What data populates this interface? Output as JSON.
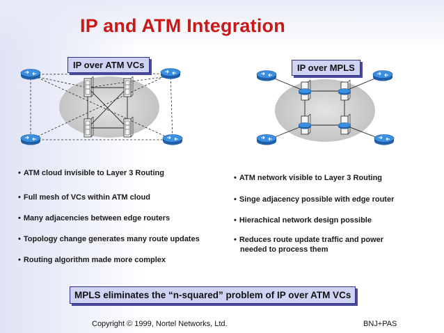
{
  "title": "IP and ATM Integration",
  "labels": {
    "left_box": "IP over ATM VCs",
    "right_box": "IP over MPLS",
    "bottom_box": "MPLS eliminates the “n-squared” problem of IP over ATM VCs"
  },
  "left_bullets": [
    "ATM cloud invisible to Layer 3 Routing",
    "Full mesh of VCs within ATM cloud",
    "Many adjacencies between edge routers",
    "Topology change generates many route updates",
    "Routing algorithm made more complex"
  ],
  "right_bullets": [
    "ATM network visible to Layer 3 Routing",
    "Singe adjacency possible with edge router",
    "Hierachical network design possible",
    "Reduces route update traffic and power",
    "needed to process them"
  ],
  "footer": {
    "copyright": "Copyright  © 1999, Nortel Networks, Ltd.",
    "authors": "BNJ+PAS"
  },
  "colors": {
    "title": "#c81818",
    "router": "#2b7fd0",
    "cloud": "#cfcfcf",
    "tag_bg": "#cfd3f4"
  },
  "icons": [
    "router-icon",
    "atm-switch-icon",
    "atm-cloud"
  ]
}
